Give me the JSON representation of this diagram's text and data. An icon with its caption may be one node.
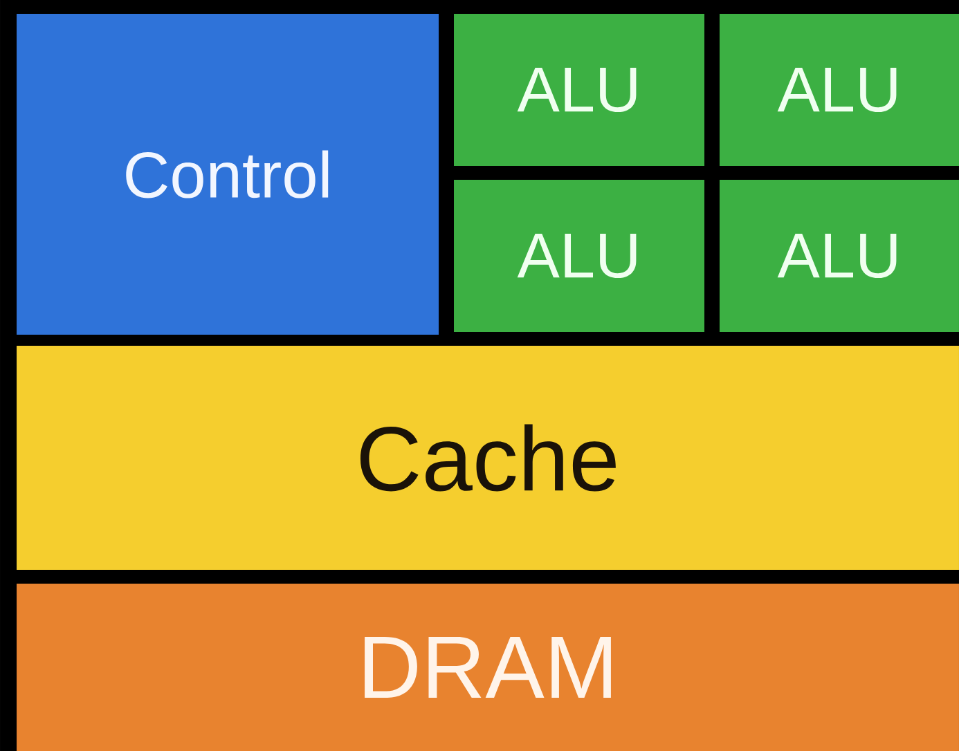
{
  "diagram": {
    "nodes": [
      {
        "text": [
          "Control"
        ]
      },
      {
        "text": [
          "ALU"
        ]
      },
      {
        "text": [
          "ALU"
        ]
      },
      {
        "text": [
          "ALU"
        ]
      },
      {
        "text": [
          "ALU"
        ]
      },
      {
        "text": [
          "Cache"
        ]
      },
      {
        "text": [
          "DRAM"
        ]
      }
    ]
  }
}
